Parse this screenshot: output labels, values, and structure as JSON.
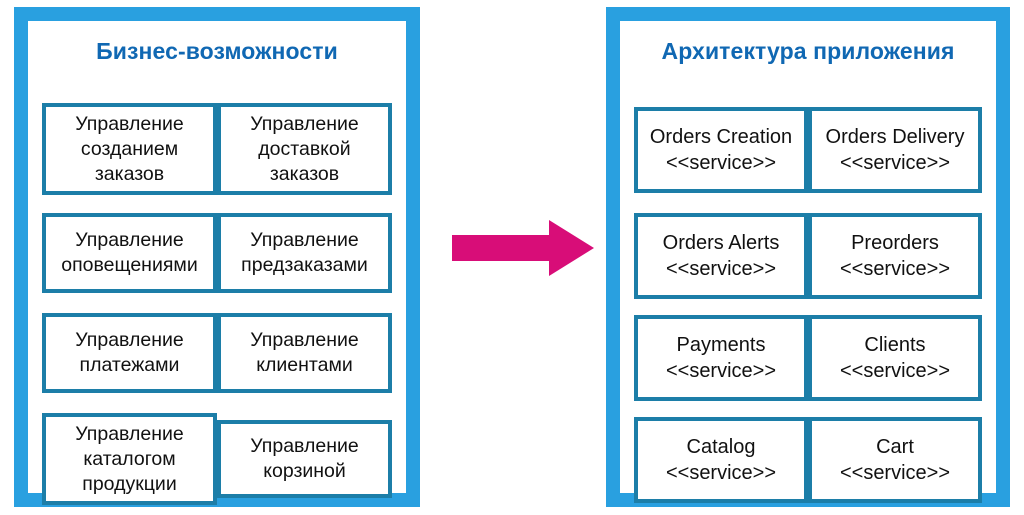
{
  "colors": {
    "panel_border": "#29A0E0",
    "node_border": "#1C7EA8",
    "title_text": "#1068B3",
    "arrow": "#D80D78",
    "background": "#FFFFFF",
    "node_text": "#111111"
  },
  "panels": [
    {
      "id": "business-capabilities",
      "title": "Бизнес-возможности",
      "nodes": [
        {
          "lines": [
            "Управление",
            "созданием",
            "заказов"
          ]
        },
        {
          "lines": [
            "Управление",
            "доставкой",
            "заказов"
          ]
        },
        {
          "lines": [
            "Управление",
            "оповещениями"
          ]
        },
        {
          "lines": [
            "Управление",
            "предзаказами"
          ]
        },
        {
          "lines": [
            "Управление",
            "платежами"
          ]
        },
        {
          "lines": [
            "Управление",
            "клиентами"
          ]
        },
        {
          "lines": [
            "Управление",
            "каталогом",
            "продукции"
          ]
        },
        {
          "lines": [
            "Управление",
            "корзиной"
          ]
        }
      ]
    },
    {
      "id": "application-architecture",
      "title": "Архитектура приложения",
      "stereotype": "<<service>>",
      "nodes": [
        {
          "name": "Orders Creation",
          "stereotype": "<<service>>"
        },
        {
          "name": "Orders Delivery",
          "stereotype": "<<service>>"
        },
        {
          "name": "Orders Alerts",
          "stereotype": "<<service>>"
        },
        {
          "name": "Preorders",
          "stereotype": "<<service>>"
        },
        {
          "name": "Payments",
          "stereotype": "<<service>>"
        },
        {
          "name": "Clients",
          "stereotype": "<<service>>"
        },
        {
          "name": "Catalog",
          "stereotype": "<<service>>"
        },
        {
          "name": "Cart",
          "stereotype": "<<service>>"
        }
      ]
    }
  ],
  "arrow": {
    "icon": "right-arrow-icon",
    "direction": "right",
    "color": "#D80D78"
  }
}
